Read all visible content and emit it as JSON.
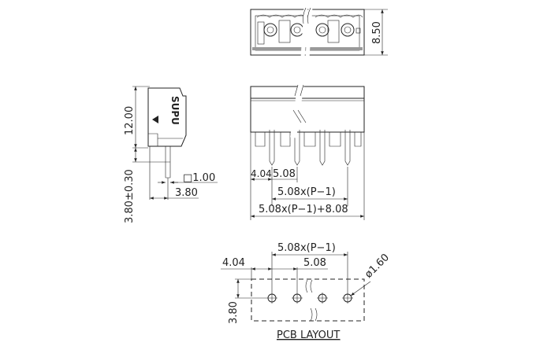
{
  "top_view": {
    "height_dim": "8.50"
  },
  "side_view": {
    "height_dim": "12.00",
    "pin_length_dim": "3.80±0.30",
    "pin_size_dim": "□1.00",
    "pin_offset_dim": "3.80",
    "brand_logo": "SUPU"
  },
  "front_view": {
    "first_pitch_dim": "4.04",
    "pitch_dim": "5.08",
    "span_dim": "5.08x(P−1)",
    "total_dim": "5.08x(P−1)+8.08"
  },
  "pcb_layout": {
    "title": "PCB LAYOUT",
    "span_dim": "5.08x(P−1)",
    "edge_dim": "4.04",
    "pitch_dim": "5.08",
    "hole_dim": "ø1.60",
    "row_dim": "3.80"
  }
}
